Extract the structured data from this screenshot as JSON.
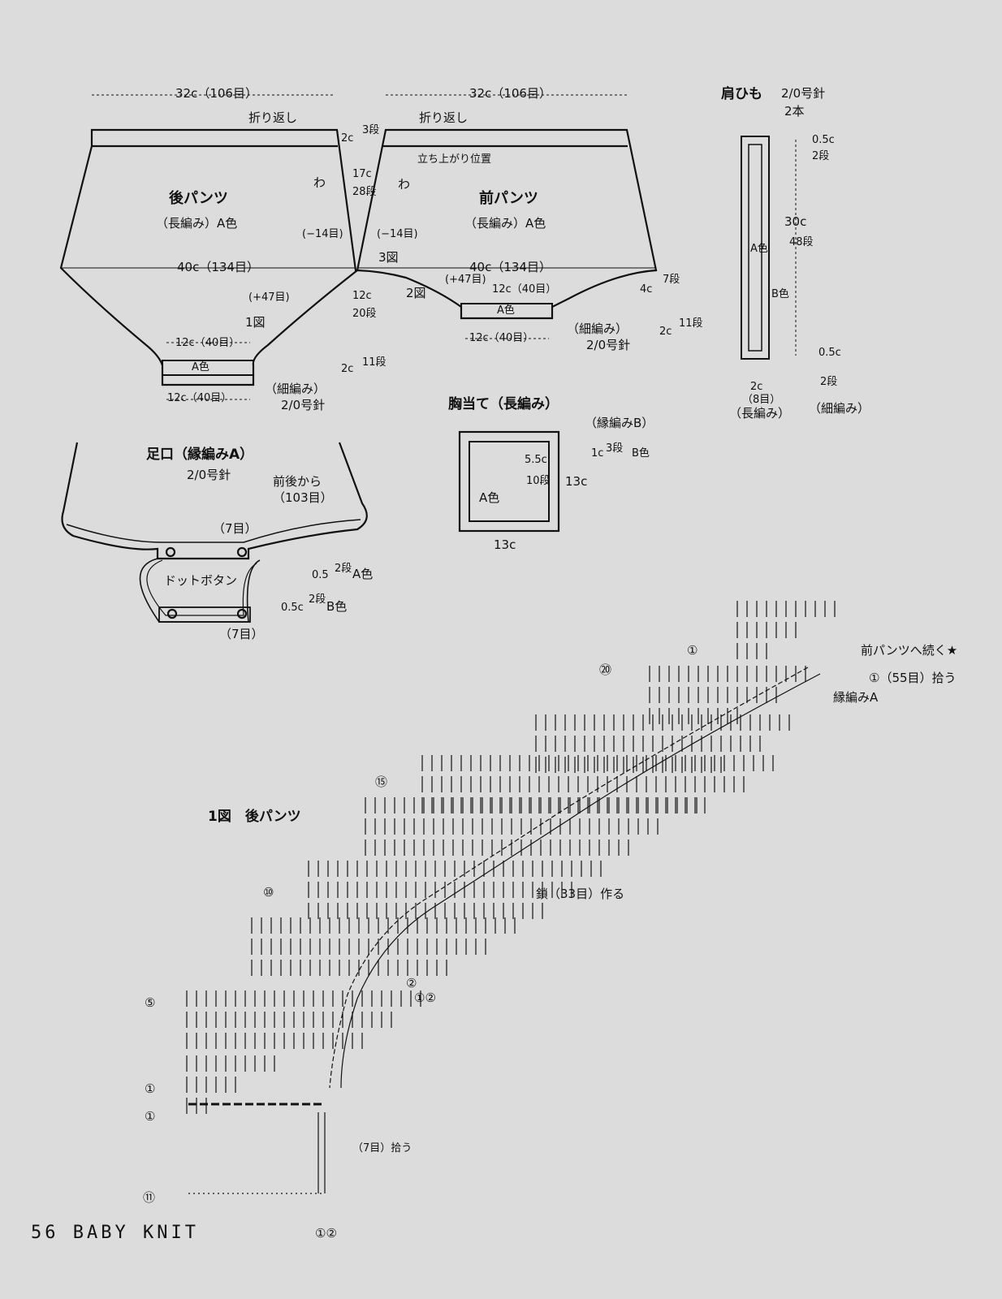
{
  "dims": {
    "w32": "32c（106目）",
    "w32b": "32c（106目）",
    "w40": "40c（134目）",
    "w40b": "40c（134目）",
    "w12a": "12c（40目）",
    "w12b": "12c（40目）",
    "w12c": "12c（40目）",
    "w12d": "12c（40目）",
    "fold": "折り返し",
    "foldb": "折り返し",
    "c2": "2c",
    "r3": "3段",
    "c17": "17c",
    "r28": "28段",
    "wa": "わ",
    "wab": "わ",
    "dec14": "(−14目)",
    "dec14b": "(−14目)",
    "inc47": "(+47目)",
    "inc47b": "(+47目)",
    "c12": "12c",
    "r20": "20段",
    "c2b": "2c",
    "r11": "11段",
    "c4": "4c",
    "r7": "7段",
    "c2c": "2c",
    "r11b": "11段",
    "fig1": "1図",
    "fig2": "2図",
    "fig3": "3図",
    "tachi": "立ち上がり位置",
    "colorA": "A色",
    "colorA2": "A色",
    "hosoami": "（細編み）",
    "hosoami2": "（細編み）",
    "needle": "2/0号針",
    "needle2": "2/0号針"
  },
  "back": {
    "title": "後パンツ",
    "sub": "（長編み）A色"
  },
  "front": {
    "title": "前パンツ",
    "sub": "（長編み）A色"
  },
  "strap": {
    "title": "肩ひも",
    "needle": "2/0号針",
    "count": "2本",
    "c05": "0.5c",
    "r2": "2段",
    "c30": "30c",
    "r48": "48段",
    "c05b": "0.5c",
    "r2b": "2段",
    "c2": "2c",
    "m8": "（8目）",
    "naga": "（長編み）",
    "hoso": "（細編み）",
    "colA": "A色",
    "colB": "B色"
  },
  "bib": {
    "title": "胸当て（長編み）",
    "edge": "（縁編みB）",
    "c55": "5.5c",
    "r10": "10段",
    "c1": "1c",
    "r3": "3段",
    "colB": "B色",
    "c13": "13c",
    "c13b": "13c",
    "colA": "A色"
  },
  "leg": {
    "title": "足口（縁編みA）",
    "needle": "2/0号針",
    "from": "前後から",
    "m103": "（103目）",
    "m7": "（7目）",
    "m7b": "（7目）",
    "dot": "ドットボタン",
    "c05": "0.5",
    "r2": "2段",
    "colA": "A色",
    "c05b": "0.5c",
    "r2b": "2段",
    "colB": "B色"
  },
  "chart": {
    "title": "1図　後パンツ",
    "cont": "前パンツへ続く★",
    "pick55": "①（55目）拾う",
    "edgeA": "縁編みA",
    "chain": "鎖（33目）作る",
    "pick7": "（7目）拾う",
    "n1": "①",
    "n1b": "①",
    "n1c": "①",
    "n5": "⑤",
    "n10": "⑩",
    "n15": "⑮",
    "n20": "⑳",
    "n11": "⑪",
    "n2": "②",
    "n12": "①②",
    "n12b": "①②"
  },
  "footer": "56 BABY KNIT"
}
